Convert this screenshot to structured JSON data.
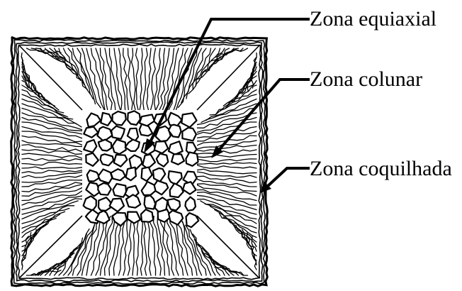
{
  "labels": {
    "equiaxial": "Zona equiaxial",
    "colunar": "Zona colunar",
    "coquilhada": "Zona coquilhada"
  },
  "colors": {
    "ink": "#000000",
    "paper": "#ffffff"
  }
}
